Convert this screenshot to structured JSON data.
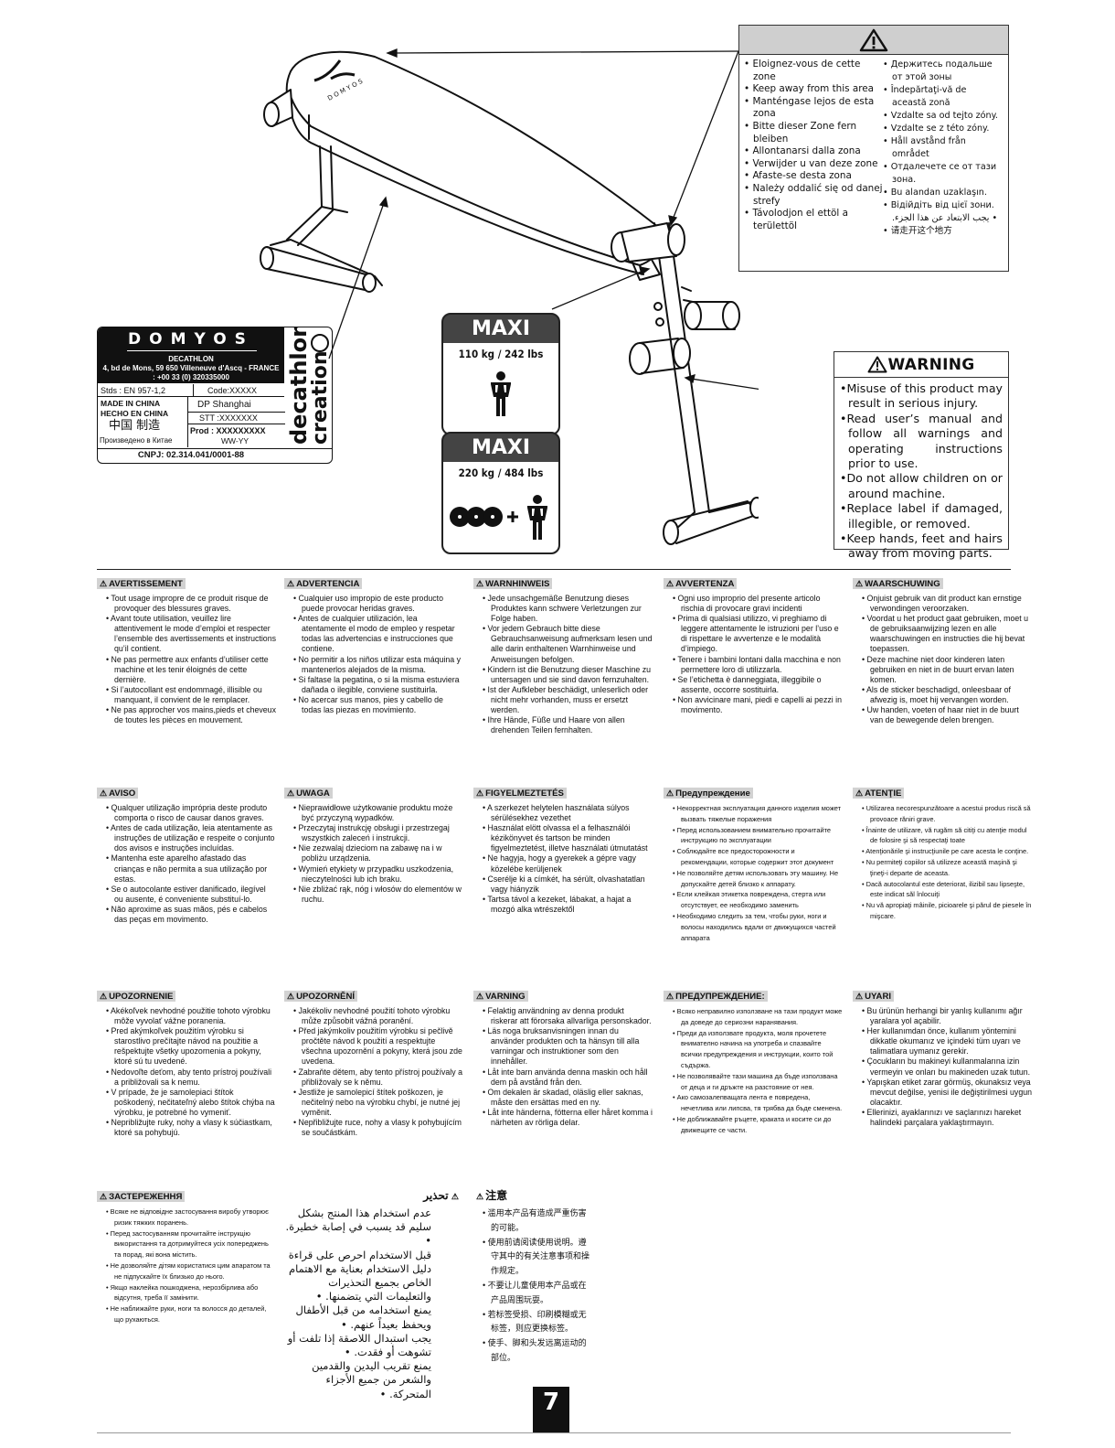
{
  "zone": {
    "left": [
      "Eloignez-vous de cette zone",
      "Keep away from this area",
      "Manténgase lejos de esta zona",
      "Bitte dieser Zone fern bleiben",
      "Allontanarsi dalla zona",
      "Verwijder u van deze zone",
      "Afaste-se desta zona",
      "Należy oddalić się od danej strefy",
      "Távolodjon el ettöl a területtöl"
    ],
    "right": [
      "Держитесь подальше от этой зоны",
      "Îndepărtaţi-vă de această zonă",
      "Vzdalte sa od tejto zóny.",
      "Vzdalte se z této zóny.",
      "Håll avstånd från området",
      "Отдалечете се от тази зона.",
      "Bu alandan uzaklaşın.",
      "Відійдіть від цієї зони.",
      "يجب الابتعاد عن هذا الجزء.",
      "请走开这个地方"
    ]
  },
  "warning": {
    "title": "WARNING",
    "items": [
      "Misuse of this product may result in serious injury.",
      "Read user’s manual and follow all warnings and operating instructions prior to use.",
      "Do not allow children on or around machine.",
      "Replace label if damaged, illegible, or removed.",
      "Keep hands, feet and hairs away from moving parts."
    ]
  },
  "label": {
    "brand": "DOMYOS",
    "company": "DECATHLON",
    "address": "4, bd de Mons, 59 650 Villeneuve d'Ascq - FRANCE",
    "phone": ": +00 33 (0) 320335000",
    "stds": "Stds : EN 957-1,2",
    "code": "Code:XXXXX",
    "made_en": "MADE IN CHINA",
    "made_es": "HECHO EN CHINA",
    "made_cn": "中国 制造",
    "made_ru": "Произведено в Китае",
    "dp": "DP Shanghai",
    "stt": "STT :XXXXXXX",
    "prod": "Prod : XXXXXXXXX",
    "ww": "WW-YY",
    "cnpj": "CNPJ: 02.314.041/0001-88",
    "vertical1": "decathlon",
    "vertical2": "creation"
  },
  "maxi": [
    {
      "title": "MAXI",
      "load": "110 kg / 242 lbs"
    },
    {
      "title": "MAXI",
      "load": "220 kg / 484 lbs"
    }
  ],
  "blocks": [
    {
      "title": "AVERTISSEMENT",
      "items": [
        "Tout usage impropre de ce produit risque de provoquer des blessures graves.",
        "Avant toute utilisation, veuillez lire attentivement le mode d’emploi et respecter l’ensemble des avertissements et instructions qu’il contient.",
        "Ne pas permettre aux enfants d’utiliser cette machine et les tenir éloignés de cette dernière.",
        "Si l’autocollant est endommagé, illisible ou manquant, il convient de le remplacer.",
        "Ne pas approcher vos mains,pieds et cheveux de toutes les pièces en mouvement."
      ]
    },
    {
      "title": "ADVERTENCIA",
      "items": [
        "Cualquier uso impropio de este producto puede provocar heridas graves.",
        "Antes de cualquier utilización, lea atentamente el modo de empleo y respetar todas las advertencias e instrucciones que contiene.",
        "No permitir a los niños utilizar esta máquina y mantenerlos alejados de la misma.",
        "Si faltase la pegatina, o si la misma estuviera dañada o ilegible, conviene sustituirla.",
        "No acercar sus manos, pies y cabello de todas las piezas en movimiento."
      ]
    },
    {
      "title": "WARNHINWEIS",
      "items": [
        "Jede unsachgemäße Benutzung dieses Produktes kann schwere Verletzungen zur Folge haben.",
        "Vor jedem Gebrauch bitte diese Gebrauchsanweisung aufmerksam lesen und alle darin enthaltenen Warnhinweise und Anweisungen befolgen.",
        "Kindern ist die Benutzung dieser Maschine zu untersagen und sie sind davon fernzuhalten.",
        "Ist der Aufkleber beschädigt, unleserlich oder nicht mehr vorhanden, muss er ersetzt werden.",
        "Ihre Hände, Füße und Haare von allen drehenden Teilen fernhalten."
      ]
    },
    {
      "title": "AVVERTENZA",
      "items": [
        "Ogni uso improprio del presente articolo rischia di provocare gravi incidenti",
        "Prima di qualsiasi utilizzo, vi preghiamo di leggere attentamente le istruzioni per l’uso e di rispettare le avvertenze e le modalità d’impiego.",
        "Tenere i bambini lontani dalla macchina e non permettere loro di utilizzarla.",
        "Se l’etichetta è danneggiata, illeggibile o assente, occorre sostituirla.",
        "Non avvicinare mani, piedi e capelli ai pezzi in movimento."
      ]
    },
    {
      "title": "WAARSCHUWING",
      "items": [
        "Onjuist gebruik van dit product kan ernstige verwondingen veroorzaken.",
        "Voordat u het product gaat gebruiken, moet u de gebruiksaanwijzing lezen en alle waarschuwingen en instructies die hij bevat toepassen.",
        "Deze machine niet door kinderen laten gebruiken en niet in de buurt ervan laten komen.",
        "Als de sticker beschadigd, onleesbaar of afwezig is, moet hij vervangen worden.",
        "Uw handen, voeten of haar niet in de buurt van de bewegende delen brengen."
      ]
    },
    {
      "title": "AVISO",
      "items": [
        "Qualquer utilização imprópria deste produto comporta o risco de causar danos graves.",
        "Antes de cada utilização, leia atentamente as instruções de utilização e respeite o conjunto dos avisos e instruções incluídas.",
        "Mantenha este aparelho afastado das crianças e não permita a sua utilização por estas.",
        "Se o autocolante estiver danificado, ilegível ou ausente, é conveniente substituí-lo.",
        "Não aproxime as suas mãos, pés e cabelos das peças em movimento."
      ]
    },
    {
      "title": "UWAGA",
      "items": [
        "Nieprawidłowe użytkowanie produktu może być przyczyną wypadków.",
        "Przeczytaj instrukcję obsługi i przestrzegaj wszystkich zaleceń i instrukcji.",
        "Nie zezwalaj dzieciom na zabawę na i w pobliżu urządzenia.",
        "Wymień etykiety w przypadku uszkodzenia, nieczytelności lub ich braku.",
        "Nie zbliżać rąk, nóg i włosów do elementów w ruchu."
      ]
    },
    {
      "title": "FIGYELMEZTETÉS",
      "items": [
        "A szerkezet helytelen használata súlyos sérülésekhez vezethet",
        "Használat elött olvassa el a felhasználói kézikönyvet és tartson be minden figyelmeztetést, illetve használati útmutatást",
        "Ne hagyja, hogy a gyerekek a gépre vagy közelébe kerüljenek",
        "Cserélje ki a címkét, ha sérült, olvashatatlan vagy hiányzik",
        "Tartsa távol a kezeket, lábakat, a hajat a mozgó alka wtrészektől"
      ]
    },
    {
      "title": "Предупреждение",
      "small": true,
      "items": [
        "Некорректная эксплуатация данного изделия может вызвать тяжелые поражения",
        "Перед использованием внимательно прочитайте инструкцию по эксплуатации",
        "Соблюдайте все предосторожности и рекомендации, которые содержит этот документ",
        "Не позволяйте детям использовать эту машину. Не допускайте детей близко к аппарату.",
        "Если клейкая этикетка повреждена, стерта или отсутствует, ее необходимо заменить",
        "Необходимо следить за тем, чтобы руки, ноги и волосы находились вдали от движущихся частей аппарата"
      ]
    },
    {
      "title": "ATENŢIE",
      "small": true,
      "items": [
        "Utilizarea necorespunzătoare a acestui produs riscă să provoace răniri grave.",
        "Înainte de utilizare, vă rugăm să citiţi cu atenţie modul de folosire şi să respectaţi toate",
        "Atenţionările şi instrucţiunile pe care acesta le conţine.",
        "Nu permiteţi copiilor să utilizeze această maşină şi ţineţi-i departe de aceasta.",
        "Dacă autocolantul este deteriorat, ilizibil sau lipseşte, este indicat săl înlocuiţi",
        "Nu vă apropiaţi mâinile, picioarele şi părul de piesele în mişcare."
      ]
    },
    {
      "title": "UPOZORNENIE",
      "items": [
        "Akékoľvek nevhodné použitie tohoto výrobku môže vyvolať vážne poranenia.",
        "Pred akýmkoľvek použitím výrobku si starostlivo prečítajte návod na použitie a rešpektujte všetky upozornenia a pokyny, ktoré sú tu uvedené.",
        "Nedovoľte deťom, aby tento prístroj používali a približovali sa k nemu.",
        "V prípade, že je samolepiaci štítok poškodený, nečitateľný alebo štítok chýba na výrobku, je potrebné ho vymeniť.",
        "Nepribližujte ruky, nohy a vlasy k súčiastkam, ktoré sa pohybujú."
      ]
    },
    {
      "title": "UPOZORNĚNÍ",
      "items": [
        "Jakékoliv nevhodné použití tohoto výrobku může způsobit vážná poranění.",
        "Před jakýmkoliv použitím výrobku si pečlivě pročtěte návod k použití a respektujte všechna upozornění a pokyny, která jsou zde uvedena.",
        "Zabraňte dětem, aby tento přístroj používaly a přibližovaly se k němu.",
        "Jestliže je samolepicí štítek poškozen, je nečitelný nebo na výrobku chybí, je nutné jej vyměnit.",
        "Nepřibližujte ruce, nohy a vlasy k pohybujícím se součástkám."
      ]
    },
    {
      "title": "VARNING",
      "items": [
        "Felaktig användning av denna produkt riskerar att förorsaka allvarliga personskador.",
        "Läs noga bruksanvisningen innan du använder produkten och ta hänsyn till alla varningar och instruktioner som den innehåller.",
        "Låt inte barn använda denna maskin och håll dem på avstånd från den.",
        "Om dekalen är skadad, oläslig eller saknas, måste den ersättas med en ny.",
        "Låt inte händerna, fötterna eller håret komma i närheten av rörliga delar."
      ]
    },
    {
      "title": "ПРЕДУПРЕЖДЕНИЕ:",
      "small": true,
      "items": [
        "Всяко неправилно използване на тази продукт може да доведе до сериозни наранявания.",
        "Преди да използвате продукта, моля прочетете внимателно начина на употреба и спазвайте всички предупреждения и инструкции, които той съдържа.",
        "Не позволявайте тази машина да бъде използвана от деца и ги дръжте на разстояние от нея.",
        "Ако самозалепващата лента е повредена, нечетлива или липсва, тя трябва да бъде сменена.",
        "Не доближавайте ръцете, краката и косите си до движещите се части."
      ]
    },
    {
      "title": "UYARI",
      "items": [
        "Bu ürünün herhangi bir yanlış kullanımı ağır yaralara yol açabilir.",
        "Her kullanımdan önce, kullanım yöntemini dikkatle okumanız ve içindeki tüm uyarı ve talimatlara uymanız gerekir.",
        "Çocukların bu makineyi kullanmalarına izin vermeyin ve onları bu makineden uzak tutun.",
        "Yapışkan etiket zarar görmüş, okunaksız veya mevcut değilse, yenisi ile değiştirilmesi uygun olacaktır.",
        "Ellerinizi, ayaklarınızı ve saçlarınızı hareket halindeki parçalara yaklaştırmayın."
      ]
    },
    {
      "title": "ЗАСТЕРЕЖЕННЯ",
      "small": true,
      "items": [
        "Всяке не відповідне застосування виробу утворює ризик тяжких поранень.",
        "Перед застосуванням прочитайте інструкцію використання та дотримуйтеся усіх попереджень та порад, які вона містить.",
        "Не дозволяйте дітям користатися цим апаратом та не підпускайте їх близько до нього.",
        "Якщо наклейка пошкоджена, нерозбірлива або відсутня, треба її замінити.",
        "Не наближайте руки, ноги та волосся до деталей, що рухаються."
      ]
    },
    {
      "title": "تحذير",
      "rtl": true,
      "items": [
        "عدم استخدام هذا المنتج بشكل سليم قد يسبب في إصابة خطيرة.",
        "قبل الاستخدام احرص على قراءة دليل الاستخدام بعناية مع الاهتمام الخاص بجميع التحذيرات والتعليمات التي يتضمنها.",
        "يمنع استخدامه من قبل الأطفال ويحفظ بعيداً عنهم.",
        "يجب استبدال اللاصقة إذا تلفت أو تشوهت أو فقدت.",
        "يمنع تقريب اليدين والقدمين والشعر من جميع الأجزاء المتحركة."
      ]
    },
    {
      "title": "注意",
      "cn": true,
      "items": [
        "滥用本产品有造成严重伤害的可能。",
        "使用前请阅读使用说明。遵守其中的有关注意事项和操作规定。",
        "不要让儿童使用本产品或在产品周围玩耍。",
        "若标签受损、印刷模糊或无标签，则应更换标签。",
        "使手、脚和头发远离运动的部位。"
      ]
    }
  ],
  "page_number": "7"
}
